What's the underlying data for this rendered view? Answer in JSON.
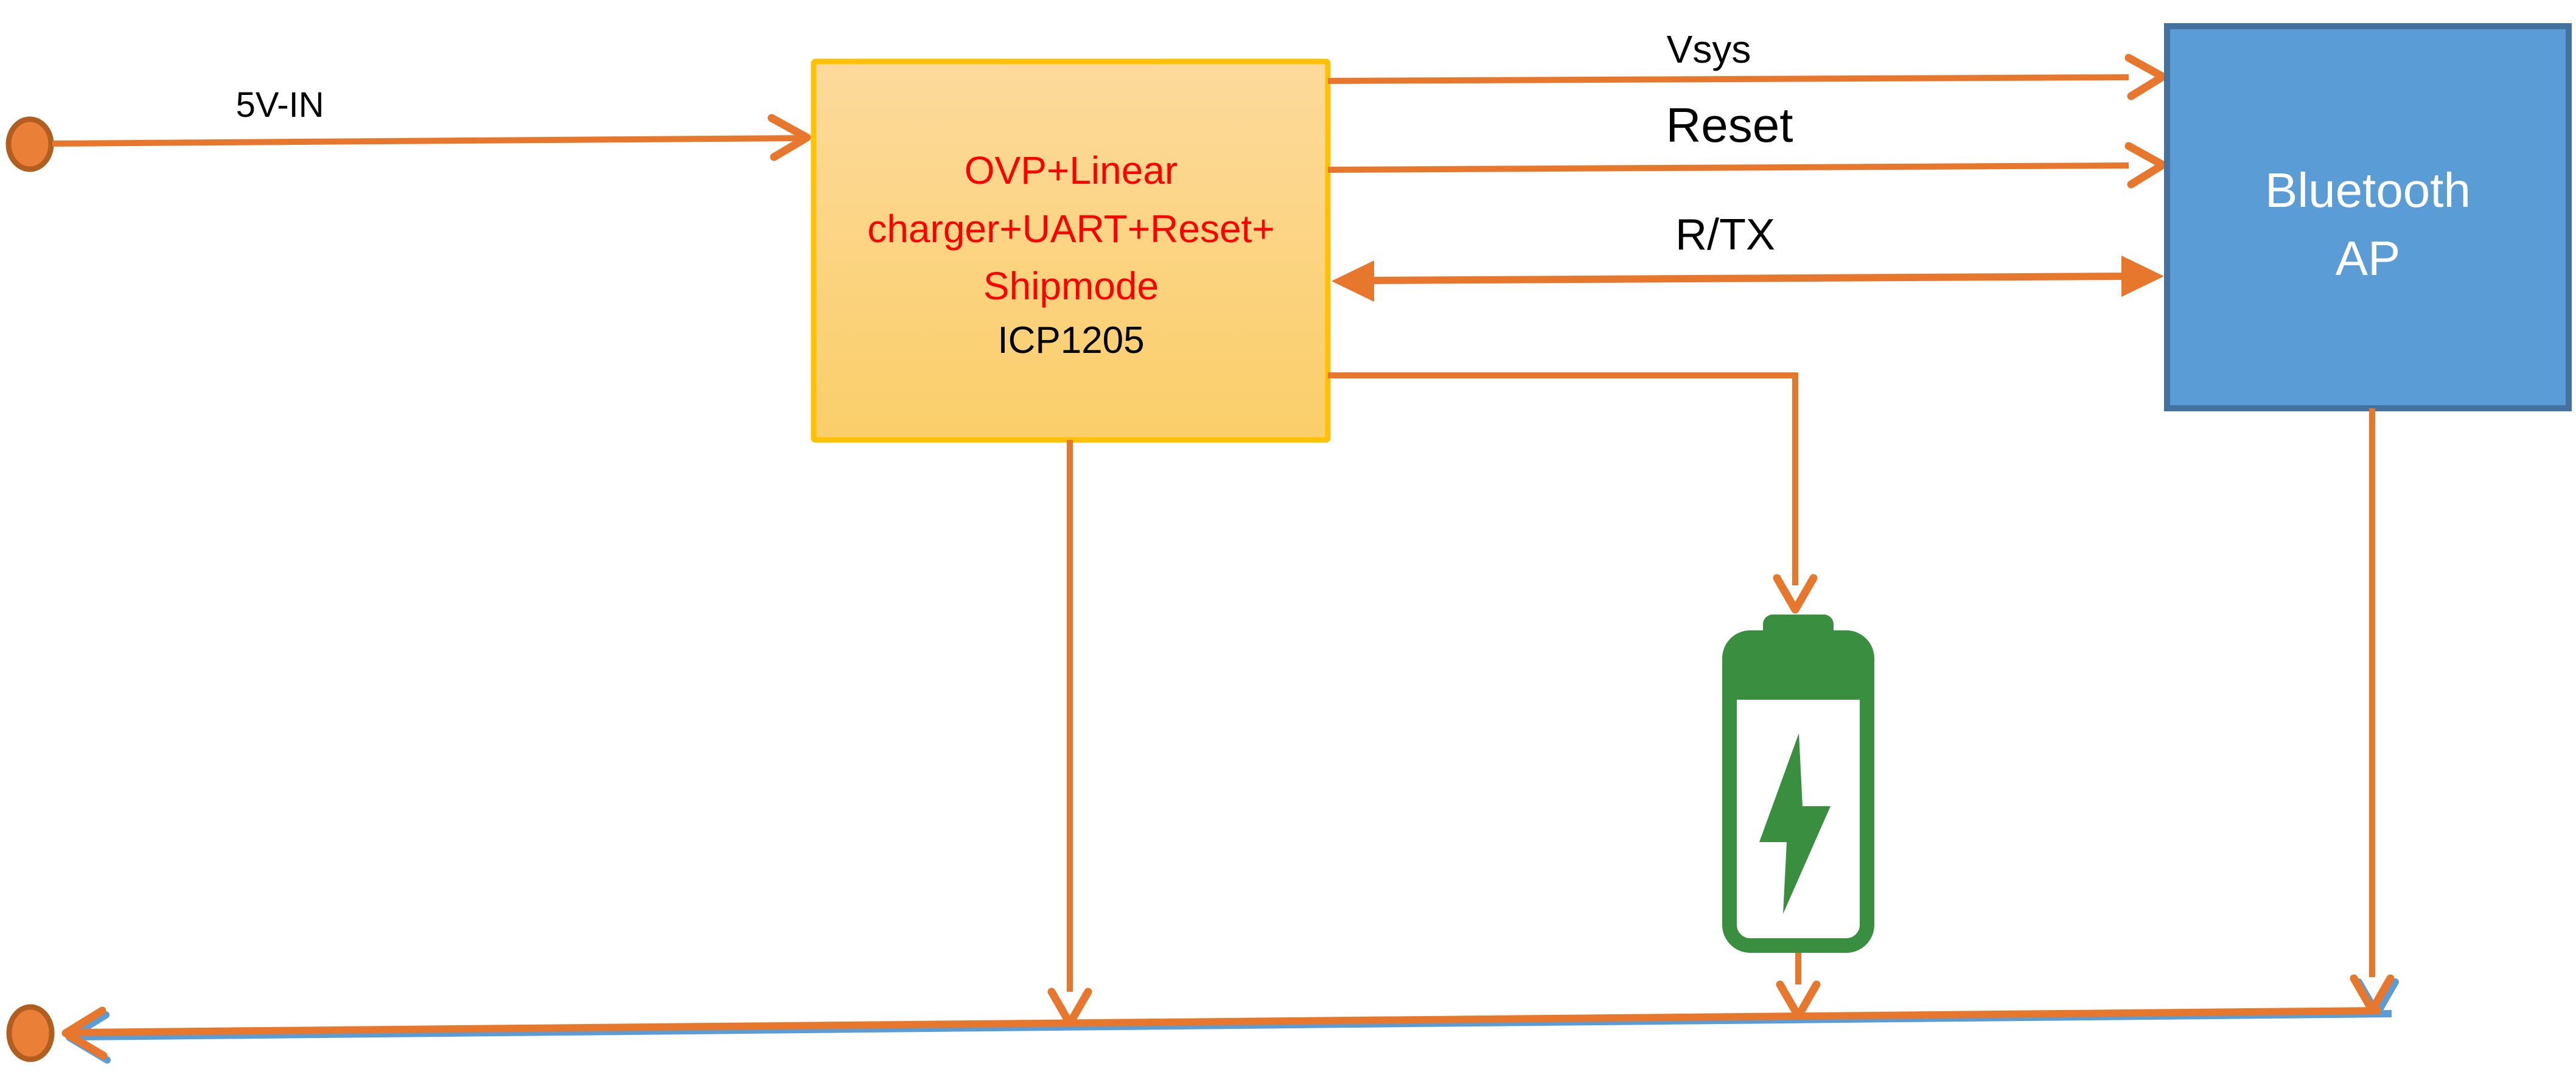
{
  "diagram": {
    "type": "block-diagram",
    "labels": {
      "input": "5V-IN",
      "vsys": "Vsys",
      "reset": "Reset",
      "rtx": "R/TX"
    },
    "charger_block": {
      "line1": "OVP+Linear",
      "line2": "charger+UART+Reset+",
      "line3": "Shipmode",
      "part": "ICP1205"
    },
    "bluetooth_block": {
      "line1": "Bluetooth",
      "line2": "AP"
    },
    "colors": {
      "connector_orange": "#E8772E",
      "terminal_fill": "#EA8038",
      "terminal_stroke": "#B25E1E",
      "charger_fill_top": "#FDDA9C",
      "charger_fill_bottom": "#FACE69",
      "charger_border": "#FFC103",
      "charger_text": "#FF0000",
      "part_text": "#000000",
      "label_text": "#000000",
      "bluetooth_fill": "#599CD6",
      "bluetooth_border": "#44719E",
      "bluetooth_text": "#FFFFFF",
      "battery_green": "#398E40",
      "rail_blue": "#599CD6"
    }
  }
}
